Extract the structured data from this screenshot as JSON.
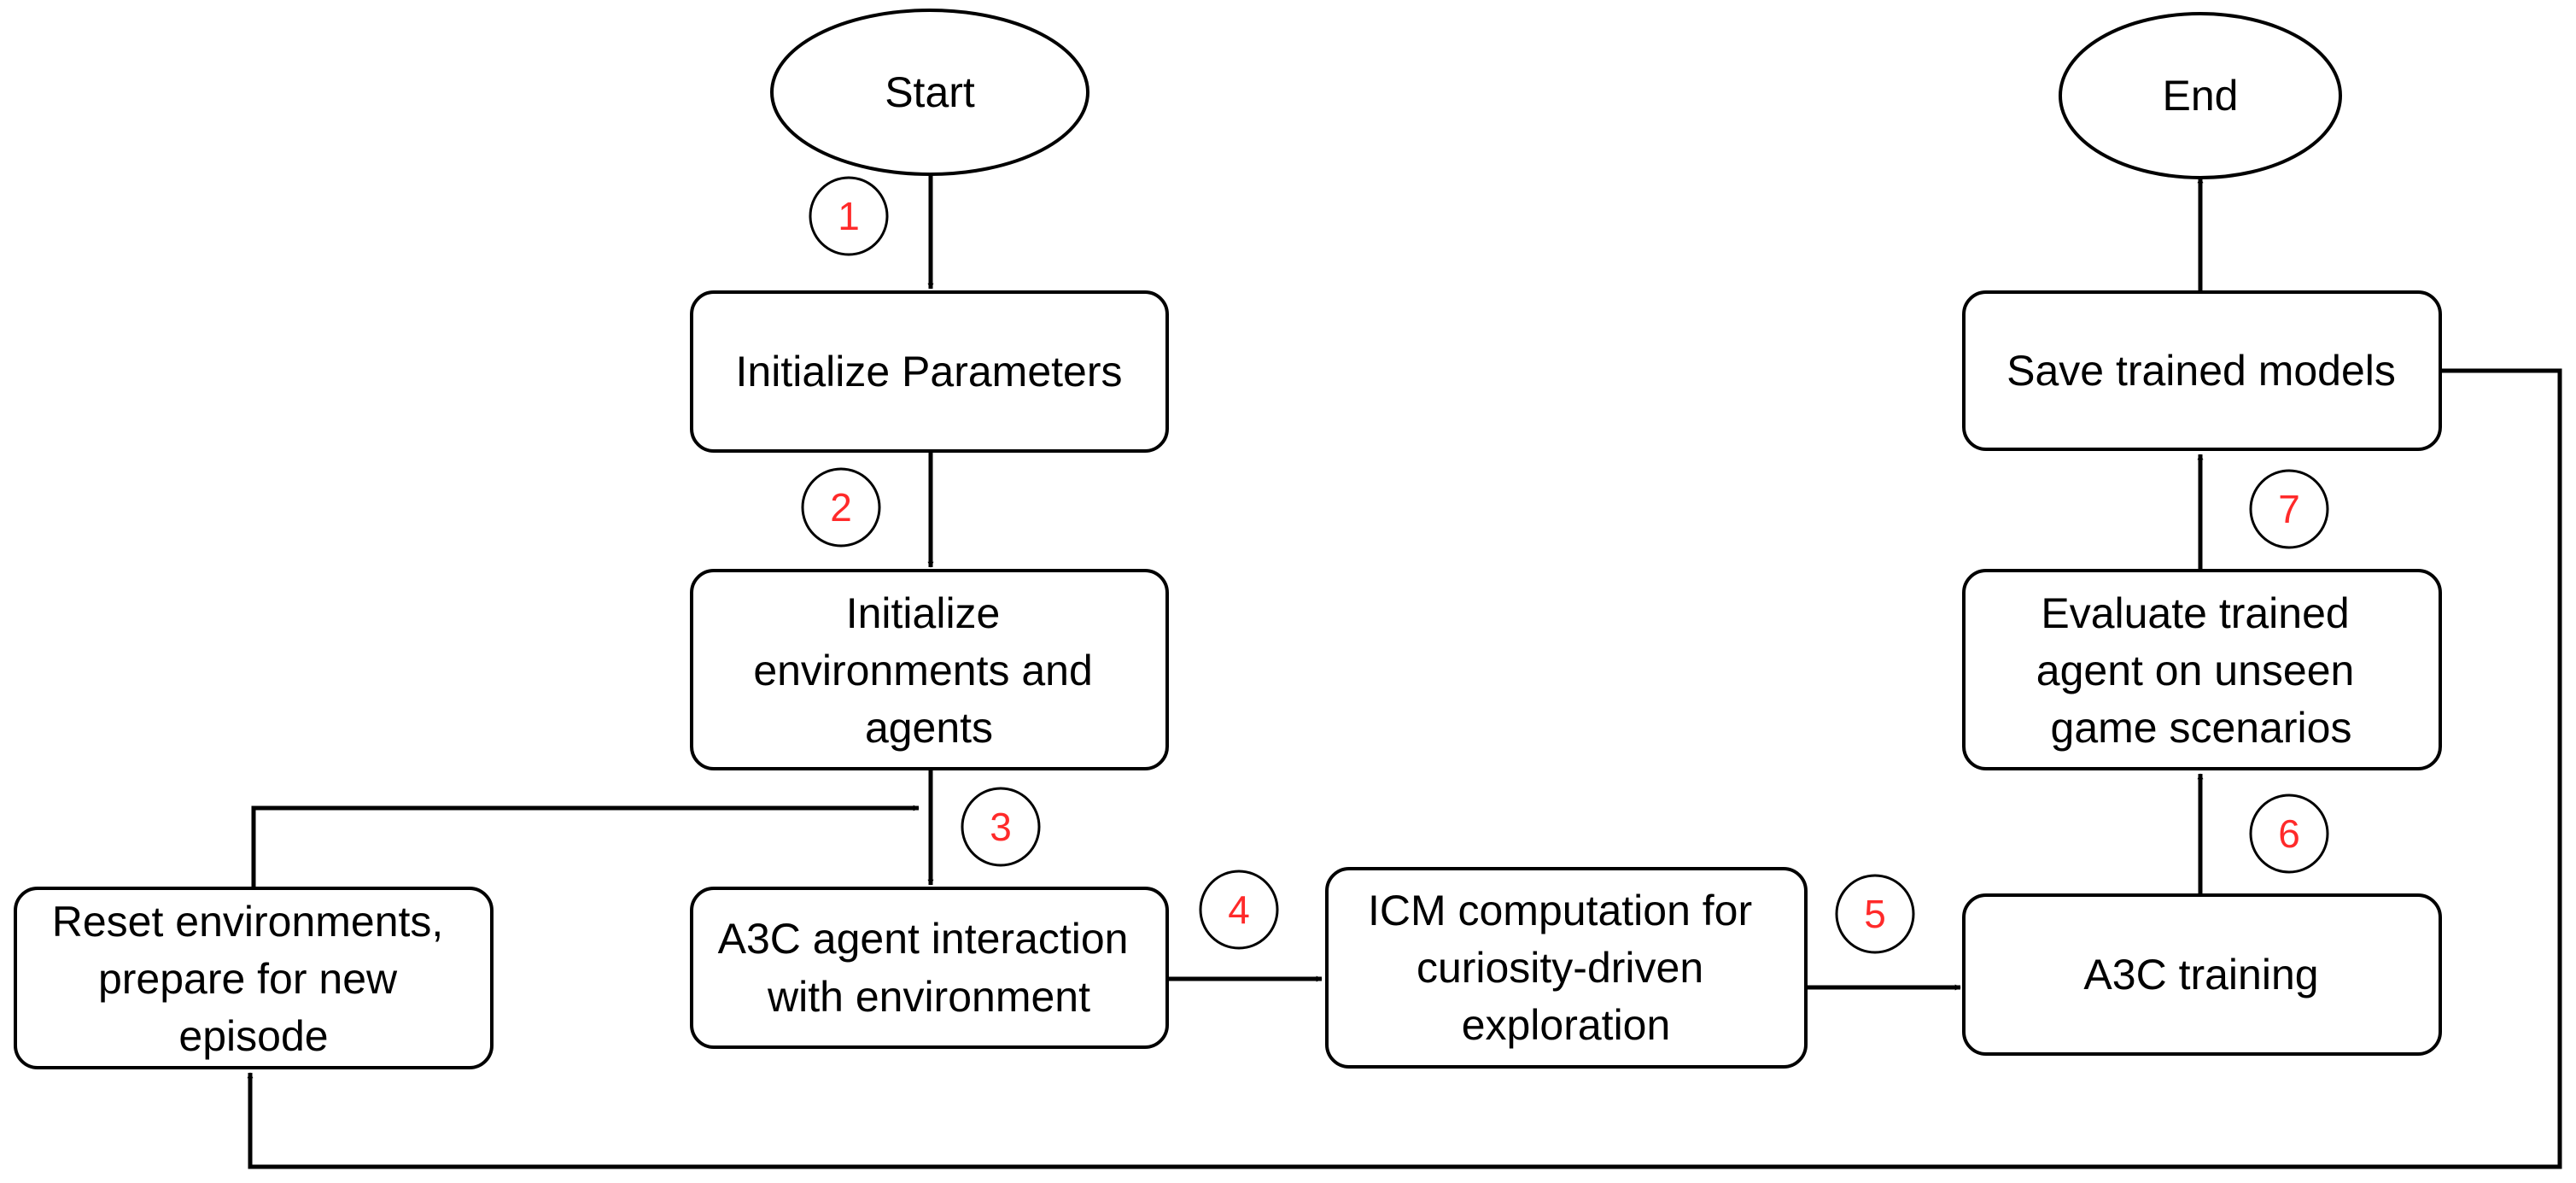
{
  "nodes": {
    "start": "Start",
    "end": "End",
    "init_params": "Initialize Parameters",
    "init_env": [
      "Initialize",
      "environments and",
      "agents"
    ],
    "a3c_interaction": [
      "A3C agent interaction",
      "with environment"
    ],
    "icm": [
      "ICM computation for",
      "curiosity-driven",
      "exploration"
    ],
    "a3c_training": "A3C training",
    "evaluate": [
      "Evaluate trained",
      "agent on unseen",
      "game scenarios"
    ],
    "save_models": "Save trained models",
    "reset": [
      "Reset environments,",
      "prepare for new",
      "episode"
    ]
  },
  "steps": [
    "1",
    "2",
    "3",
    "4",
    "5",
    "6",
    "7"
  ],
  "colors": {
    "stroke": "#000000",
    "fill": "#ffffff",
    "step_number": "#ff2a2a"
  }
}
